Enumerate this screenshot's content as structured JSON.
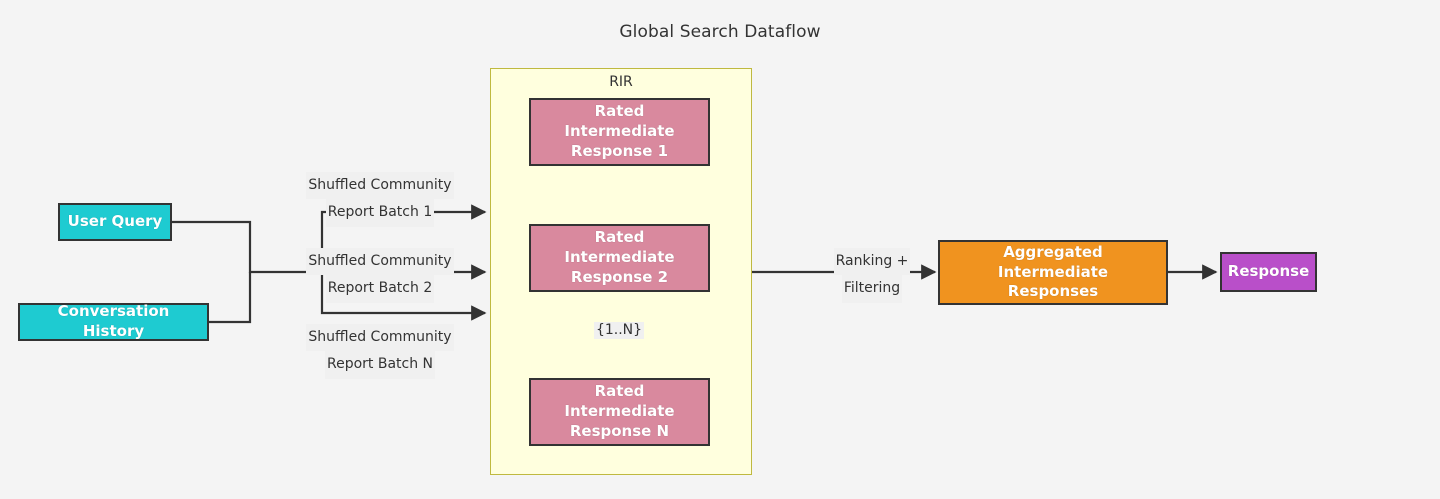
{
  "diagram": {
    "title": "Global Search Dataflow",
    "type": "flowchart",
    "background_color": "#f4f4f4",
    "colors": {
      "input_node": "#1ecbd1",
      "intermediate_node": "#d9899e",
      "aggregate_node": "#f0931f",
      "output_node": "#b94fc9",
      "cluster_fill": "#ffffde",
      "cluster_border": "#bfb93f",
      "node_border": "#333333",
      "edge": "#333333",
      "node_text": "#ffffff",
      "label_text": "#333333"
    }
  },
  "nodes": {
    "user_query": {
      "label": "User Query"
    },
    "conversation_history": {
      "label": "Conversation History"
    },
    "rir_1": {
      "line1": "Rated Intermediate",
      "line2": "Response 1"
    },
    "rir_2": {
      "line1": "Rated Intermediate",
      "line2": "Response 2"
    },
    "rir_n": {
      "line1": "Rated Intermediate",
      "line2": "Response N"
    },
    "aggregated": {
      "line1": "Aggregated Intermediate",
      "line2": "Responses"
    },
    "response": {
      "label": "Response"
    }
  },
  "cluster": {
    "label": "RIR"
  },
  "edge_labels": {
    "batch_1": {
      "line1": "Shuffled Community",
      "line2": "Report Batch 1"
    },
    "batch_2": {
      "line1": "Shuffled Community",
      "line2": "Report Batch 2"
    },
    "batch_n": {
      "line1": "Shuffled Community",
      "line2": "Report Batch N"
    },
    "ranking": {
      "line1": "Ranking +",
      "line2": "Filtering"
    },
    "repeat": {
      "label": "{1..N}"
    }
  }
}
